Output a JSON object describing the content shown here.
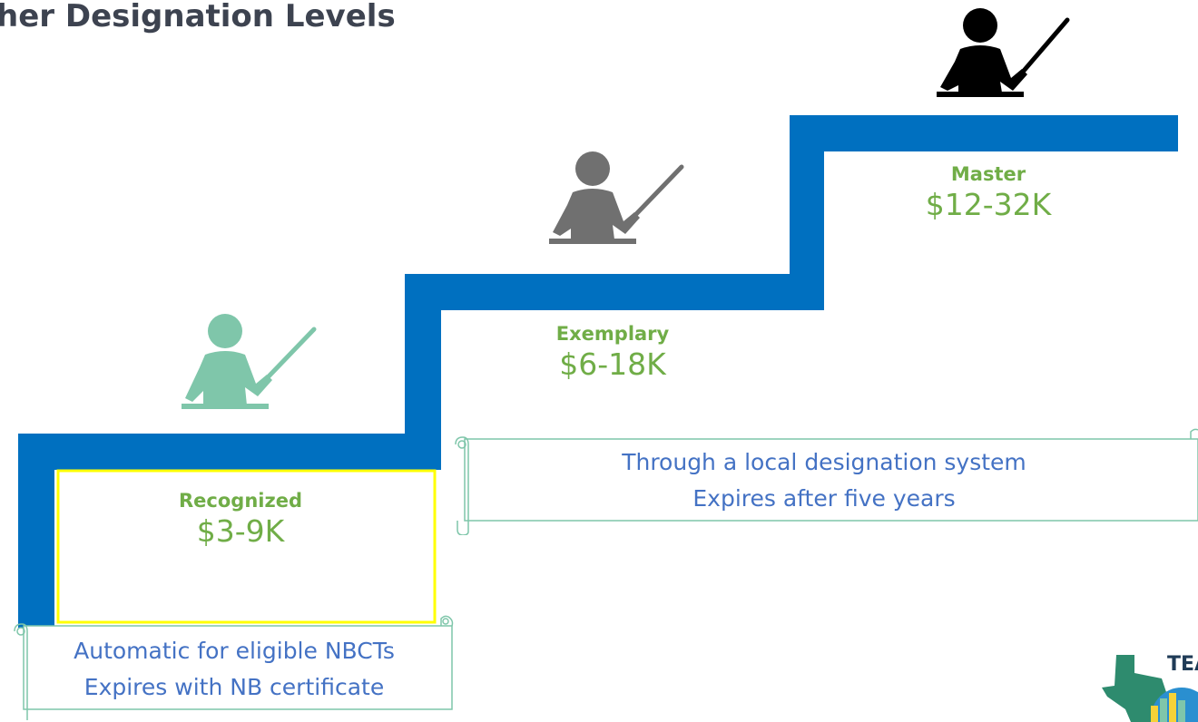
{
  "title": "her Designation Levels",
  "levels": [
    {
      "name": "Recognized",
      "amount": "$3-9K",
      "figure_color": "#7fc6aa"
    },
    {
      "name": "Exemplary",
      "amount": "$6-18K",
      "figure_color": "#707070"
    },
    {
      "name": "Master",
      "amount": "$12-32K",
      "figure_color": "#000000"
    }
  ],
  "scrolls": [
    {
      "line1": "Automatic for eligible NBCTs",
      "line2": "Expires with NB certificate"
    },
    {
      "line1": "Through a local designation system",
      "line2": "Expires after five years"
    }
  ],
  "logo": {
    "text": "TEA"
  },
  "colors": {
    "stair": "#0070c0",
    "label": "#70ad47",
    "scroll_text": "#4472c4",
    "highlight": "#ffff00"
  }
}
